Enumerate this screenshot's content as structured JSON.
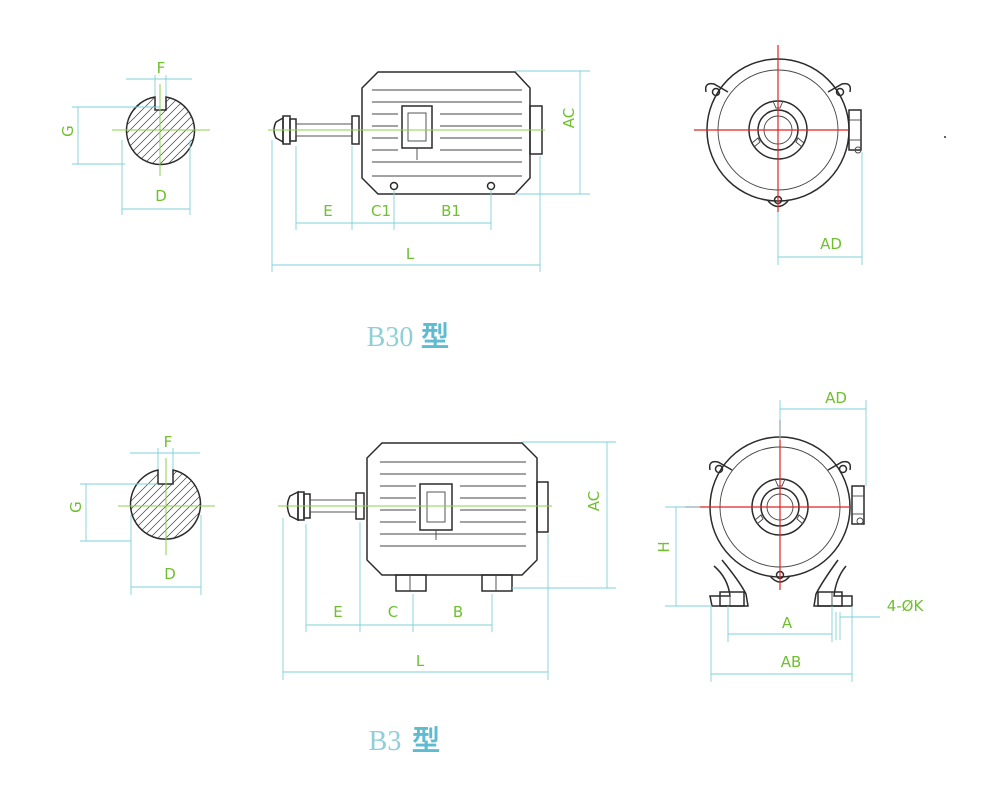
{
  "colors": {
    "outline": "#2b2b2b",
    "dimension_line": "#7fd0d8",
    "dimension_text": "#6fbf2e",
    "centerline_red": "#e02424",
    "centerline_green": "#8fcf4a",
    "title": "#8ecfd8"
  },
  "b30": {
    "title_code": "B30",
    "title_type": "型",
    "key_section": {
      "F": "F",
      "G": "G",
      "D": "D"
    },
    "side_view": {
      "E": "E",
      "C1": "C1",
      "B1": "B1",
      "L": "L",
      "AC": "AC"
    },
    "end_view": {
      "AD": "AD"
    }
  },
  "b3": {
    "title_code": "B3",
    "title_type": "型",
    "key_section": {
      "F": "F",
      "G": "G",
      "D": "D"
    },
    "side_view": {
      "E": "E",
      "C": "C",
      "B": "B",
      "L": "L",
      "AC": "AC"
    },
    "end_view": {
      "AD": "AD",
      "H": "H",
      "A": "A",
      "AB": "AB",
      "K": "4-ØK"
    }
  }
}
